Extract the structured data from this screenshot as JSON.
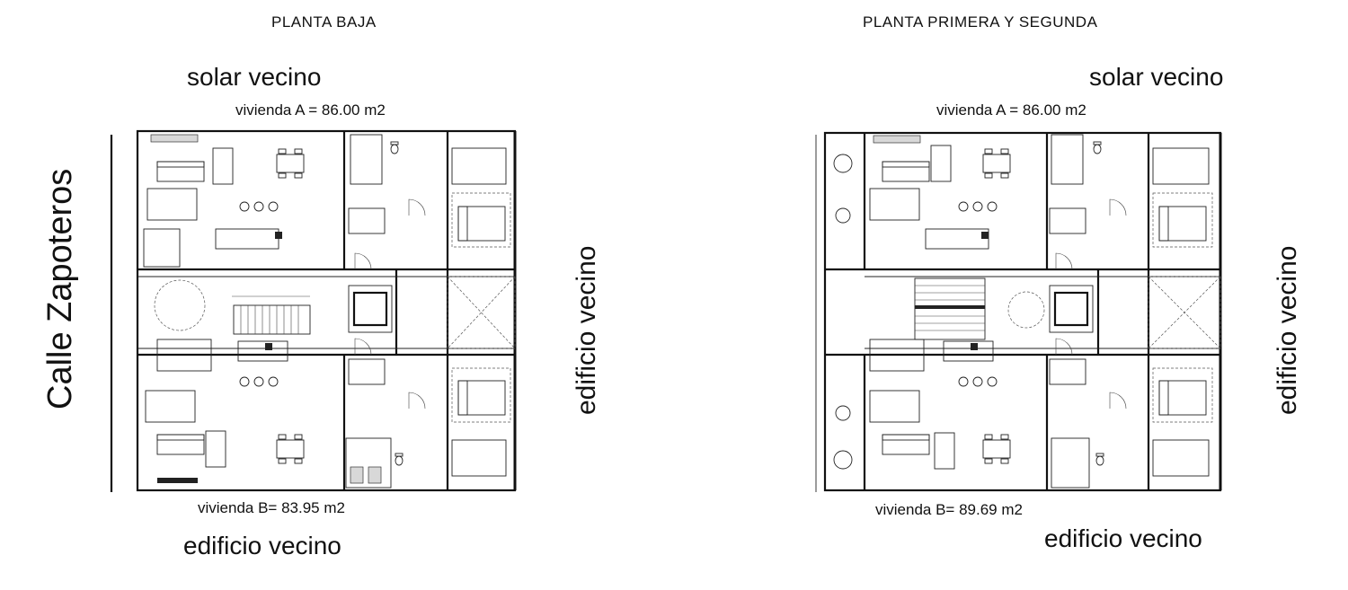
{
  "left_plan": {
    "title": "PLANTA BAJA",
    "top_neighbor": "solar vecino",
    "unit_a": "vivienda A = 86.00 m2",
    "unit_b": "vivienda  B= 83.95 m2",
    "bottom_neighbor": "edificio vecino",
    "right_neighbor": "edificio vecino",
    "street": "Calle Zapoteros"
  },
  "right_plan": {
    "title": "PLANTA PRIMERA  Y SEGUNDA",
    "top_neighbor": "solar vecino",
    "unit_a": "vivienda A = 86.00 m2",
    "unit_b": "vivienda  B= 89.69 m2",
    "bottom_neighbor": "edificio vecino",
    "right_neighbor": "edificio vecino"
  }
}
